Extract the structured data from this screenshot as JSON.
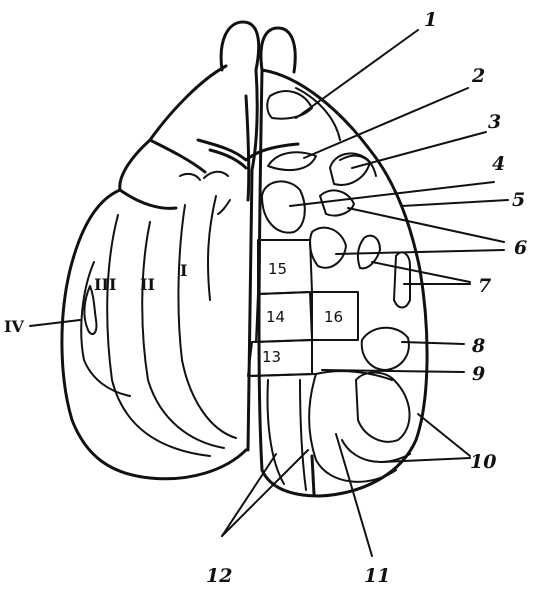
{
  "figure": {
    "callouts": [
      "1",
      "2",
      "3",
      "4",
      "5",
      "6",
      "7",
      "8",
      "9",
      "10",
      "11",
      "12"
    ],
    "roman_labels": [
      "I",
      "II",
      "III",
      "IV"
    ],
    "region_numbers": [
      "15",
      "14",
      "16",
      "13"
    ],
    "colors": {
      "ink": "#111111",
      "background": "#ffffff"
    }
  }
}
